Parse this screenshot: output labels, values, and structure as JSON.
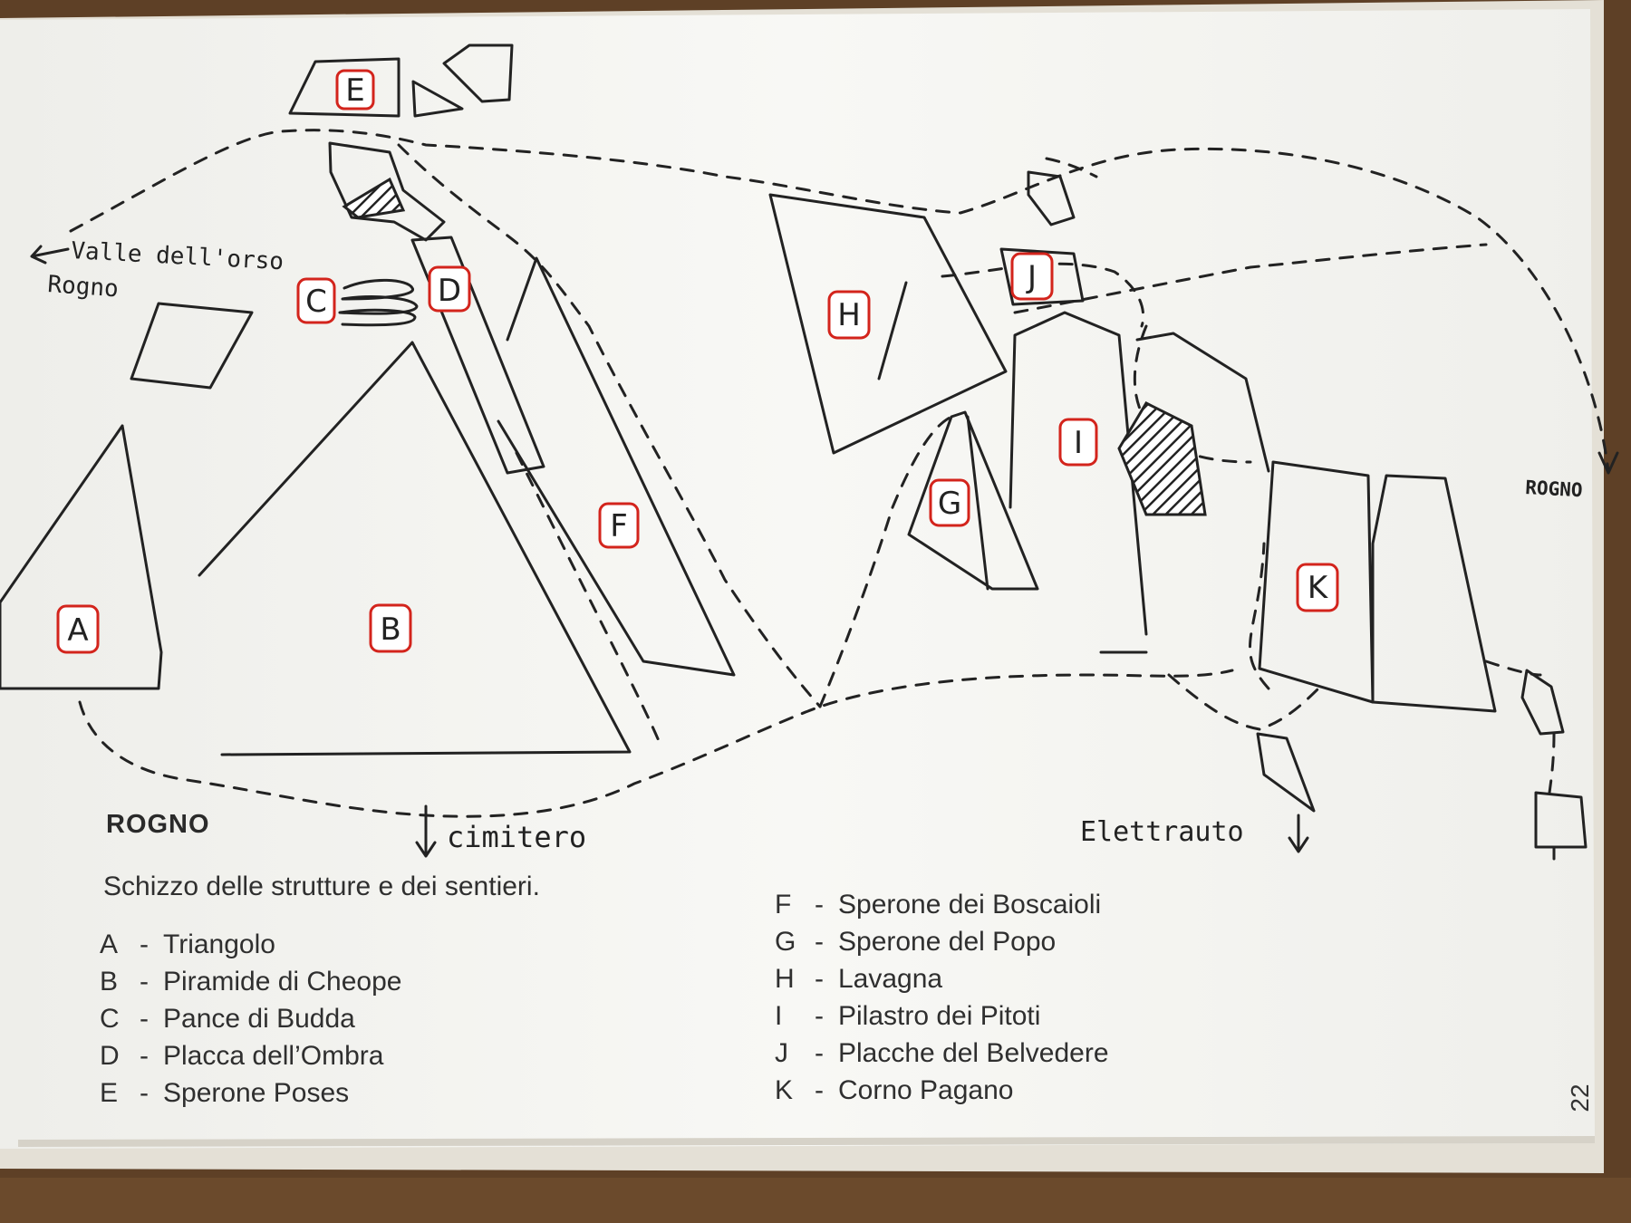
{
  "map": {
    "structures": [
      {
        "code": "A",
        "name": "Triangolo"
      },
      {
        "code": "B",
        "name": "Piramide di Cheope"
      },
      {
        "code": "C",
        "name": "Pance di Budda"
      },
      {
        "code": "D",
        "name": "Placca dell’Ombra"
      },
      {
        "code": "E",
        "name": "Sperone Poses"
      },
      {
        "code": "F",
        "name": "Sperone dei Boscaioli"
      },
      {
        "code": "G",
        "name": "Sperone del Popo"
      },
      {
        "code": "H",
        "name": "Lavagna"
      },
      {
        "code": "I",
        "name": "Pilastro dei Pitoti"
      },
      {
        "code": "J",
        "name": "Placche del Belvedere"
      },
      {
        "code": "K",
        "name": "Corno Pagano"
      }
    ],
    "place_labels": {
      "valle": "Valle dell'orso",
      "rogno_left": "Rogno",
      "rogno_right": "ROGNO",
      "cimitero": "cimitero",
      "elettrauto": "Elettrauto"
    }
  },
  "legend": {
    "title": "ROGNO",
    "subtitle": "Schizzo delle strutture e dei sentieri.",
    "separator": "-"
  },
  "page_number": "22",
  "colors": {
    "label_border": "#d3241c",
    "ink": "#222222",
    "paper": "#f7f7f3"
  }
}
